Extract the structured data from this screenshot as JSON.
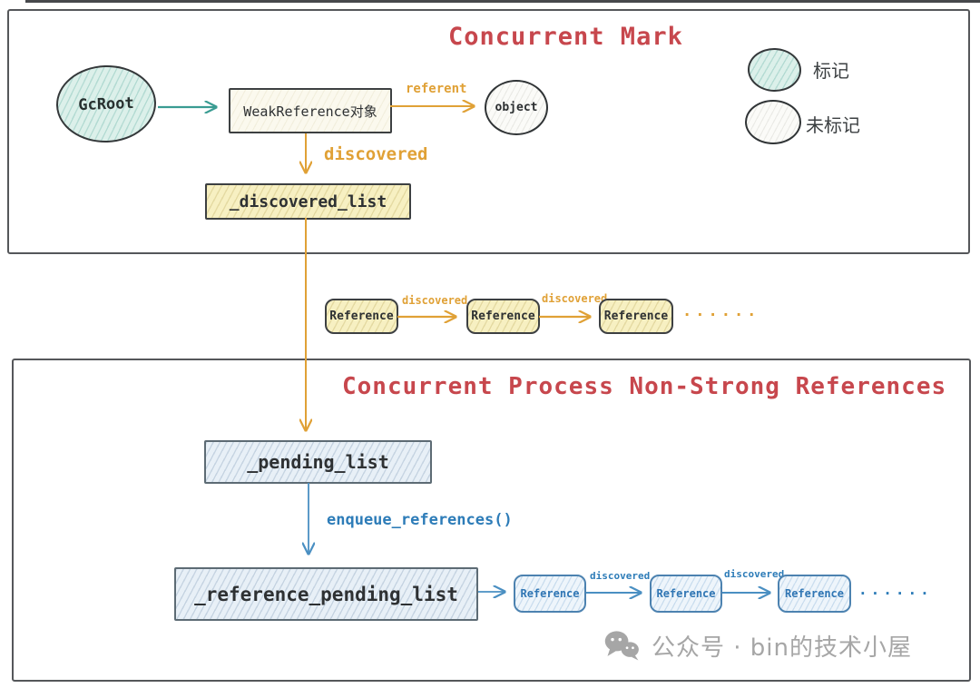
{
  "top_panel": {
    "title": "Concurrent Mark",
    "gcroot": "GcRoot",
    "weak_reference_box": "WeakReference对象",
    "referent_edge": "referent",
    "object_node": "object",
    "discovered_edge": "discovered",
    "discovered_list_box": "_discovered_list",
    "legend": {
      "marked": "标记",
      "unmarked": "未标记"
    }
  },
  "mid_chain": {
    "nodes": [
      "Reference",
      "Reference",
      "Reference"
    ],
    "edges": [
      "discovered",
      "discovered"
    ],
    "ellipsis": "......"
  },
  "bottom_panel": {
    "title": "Concurrent Process Non-Strong References",
    "pending_list_box": "_pending_list",
    "enqueue_edge": "enqueue_references()",
    "reference_pending_list_box": "_reference_pending_list",
    "chain_nodes": [
      "Reference",
      "Reference",
      "Reference"
    ],
    "chain_edges": [
      "discovered",
      "discovered"
    ],
    "ellipsis": "......"
  },
  "watermark": {
    "icon": "wechat-icon",
    "text": "公众号 · bin的技术小屋"
  },
  "colors": {
    "title_red": "#c7474d",
    "arrow_teal": "#3a9c92",
    "arrow_orange": "#e0a136",
    "arrow_blue": "#4a8fc2",
    "blue_text": "#2d7cb8",
    "yellow_fill": "#f7f0c2",
    "cream_fill": "#fbf9ee",
    "cyan_fill": "#dcf0ea",
    "bluegray_fill": "#e8f0f7",
    "watermark_gray": "#a6a6a6",
    "panel_border": "#55575a"
  }
}
